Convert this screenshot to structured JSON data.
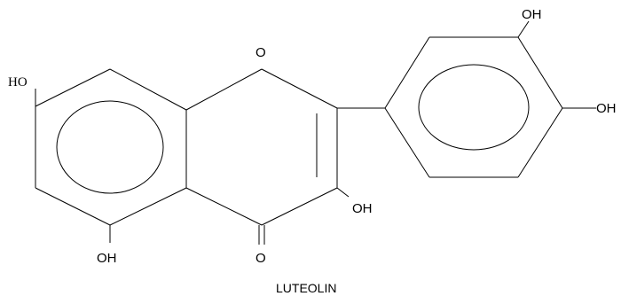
{
  "labels": {
    "ho_left": "HO",
    "ring_oxygen": "O",
    "oh_top": "OH",
    "oh_right": "OH",
    "oh_c3": "OH",
    "oh_bottom": "OH",
    "carbonyl_oxygen": "O"
  },
  "caption": "LUTEOLIN"
}
